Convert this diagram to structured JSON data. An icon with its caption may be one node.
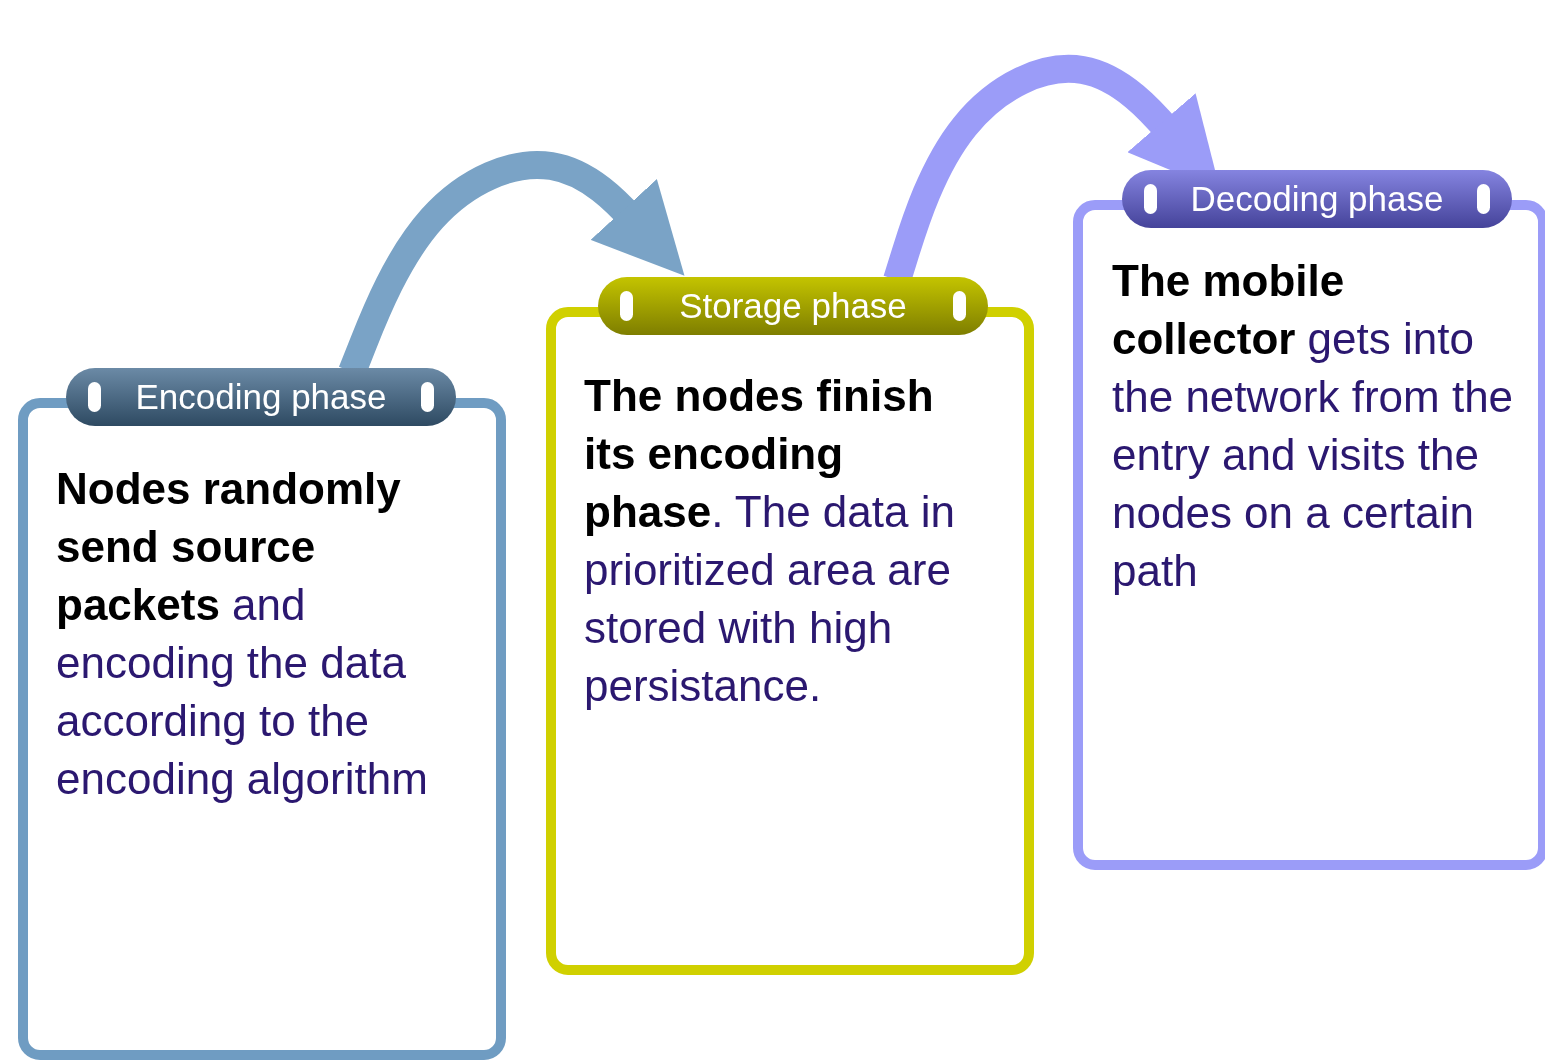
{
  "diagram": {
    "nodes": [
      {
        "text": [
          "Encoding phase",
          "**Nodes randomly send source packets** and encoding the data according to the encoding algorithm"
        ]
      },
      {
        "text": [
          "Storage phase",
          "**The nodes finish its encoding phase**. The data in prioritized area are stored with high persistance."
        ]
      },
      {
        "text": [
          "Decoding phase",
          "**The mobile collector** gets into the network from the entry and visits the nodes on a certain path"
        ]
      }
    ],
    "edges": [
      {
        "from": 0,
        "to": 1,
        "arrow": "to",
        "color": "#7aa3c6"
      },
      {
        "from": 1,
        "to": 2,
        "arrow": "to",
        "color": "#9b9cf8"
      }
    ]
  }
}
